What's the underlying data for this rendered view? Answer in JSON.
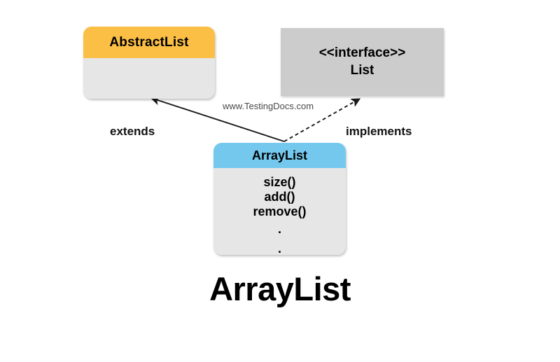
{
  "diagram": {
    "caption": "ArrayList",
    "watermark": "www.TestingDocs.com",
    "colors": {
      "abstract_header": "#fbbf45",
      "arraylist_header": "#74c8ee",
      "interface_fill": "#cccccc",
      "body_fill": "#e6e6e6",
      "line": "#1a1a1a"
    },
    "nodes": [
      {
        "id": "abstractlist",
        "title": "AbstractList",
        "kind": "abstract-class",
        "shape": "rounded",
        "header_color": "#fbbf45",
        "members": []
      },
      {
        "id": "list",
        "stereotype": "<<interface>>",
        "title": "List",
        "kind": "interface",
        "shape": "square",
        "header_color": "#cccccc",
        "members": []
      },
      {
        "id": "arraylist",
        "title": "ArrayList",
        "kind": "class",
        "shape": "rounded",
        "header_color": "#74c8ee",
        "members": [
          "size()",
          "add()",
          "remove()"
        ],
        "ellipsis": [
          ".",
          "."
        ]
      }
    ],
    "relations": [
      {
        "id": "extends",
        "label": "extends",
        "from": "arraylist",
        "to": "abstractlist",
        "line_style": "solid",
        "arrow": "filled"
      },
      {
        "id": "implements",
        "label": "implements",
        "from": "arraylist",
        "to": "list",
        "line_style": "dashed",
        "arrow": "filled"
      }
    ]
  }
}
